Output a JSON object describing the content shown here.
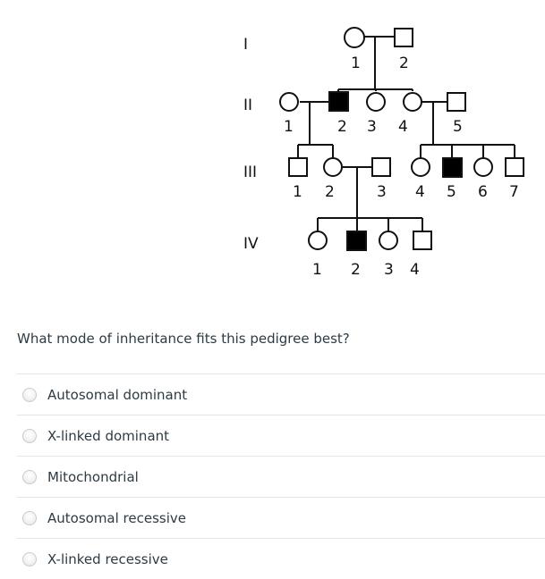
{
  "pedigree": {
    "generations": [
      "I",
      "II",
      "III",
      "IV"
    ],
    "individuals": {
      "I-1": "1",
      "I-2": "2",
      "II-1": "1",
      "II-2": "2",
      "II-3": "3",
      "II-4": "4",
      "II-5": "5",
      "III-1": "1",
      "III-2": "2",
      "III-3": "3",
      "III-4": "4",
      "III-5": "5",
      "III-6": "6",
      "III-7": "7",
      "IV-1": "1",
      "IV-2": "2",
      "IV-3": "3",
      "IV-4": "4"
    }
  },
  "question": {
    "text": "What mode of inheritance fits this pedigree best?"
  },
  "answers": [
    {
      "label": "Autosomal dominant"
    },
    {
      "label": "X-linked dominant"
    },
    {
      "label": "Mitochondrial"
    },
    {
      "label": "Autosomal recessive"
    },
    {
      "label": "X-linked recessive"
    }
  ]
}
